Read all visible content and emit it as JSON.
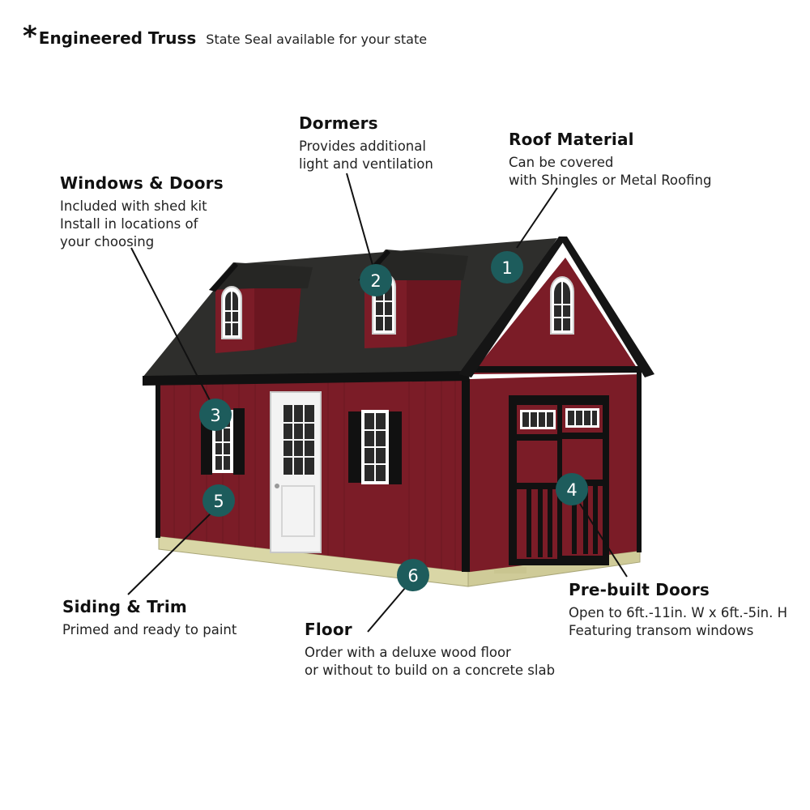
{
  "header": {
    "asterisk": "*",
    "title": "Engineered Truss",
    "subtitle": "State Seal available for your state"
  },
  "colors": {
    "siding": "#7b1c27",
    "roof": "#2e2e2c",
    "trim": "#111111",
    "badge": "#1d5c5c",
    "floor": "#d9d6a6"
  },
  "callouts": [
    {
      "id": "dormers",
      "heading": "Dormers",
      "lines": [
        "Provides additional",
        "light and ventilation"
      ]
    },
    {
      "id": "roof",
      "heading": "Roof Material",
      "lines": [
        "Can be covered",
        "with Shingles or Metal Roofing"
      ]
    },
    {
      "id": "windows",
      "heading": "Windows & Doors",
      "lines": [
        "Included with shed kit",
        "Install in locations of",
        "your choosing"
      ]
    },
    {
      "id": "siding",
      "heading": "Siding & Trim",
      "lines": [
        "Primed and ready to paint"
      ]
    },
    {
      "id": "floor",
      "heading": "Floor",
      "lines": [
        "Order with a deluxe wood floor",
        "or without to build on a concrete slab"
      ]
    },
    {
      "id": "doors",
      "heading": "Pre-built Doors",
      "lines": [
        "Open to 6ft.-11in. W x 6ft.-5in. H",
        "Featuring transom windows"
      ]
    }
  ],
  "markers": [
    {
      "id": "roof",
      "label": "1"
    },
    {
      "id": "dormers",
      "label": "2"
    },
    {
      "id": "windows",
      "label": "3"
    },
    {
      "id": "doors",
      "label": "4"
    },
    {
      "id": "siding",
      "label": "5"
    },
    {
      "id": "floor",
      "label": "6"
    }
  ]
}
